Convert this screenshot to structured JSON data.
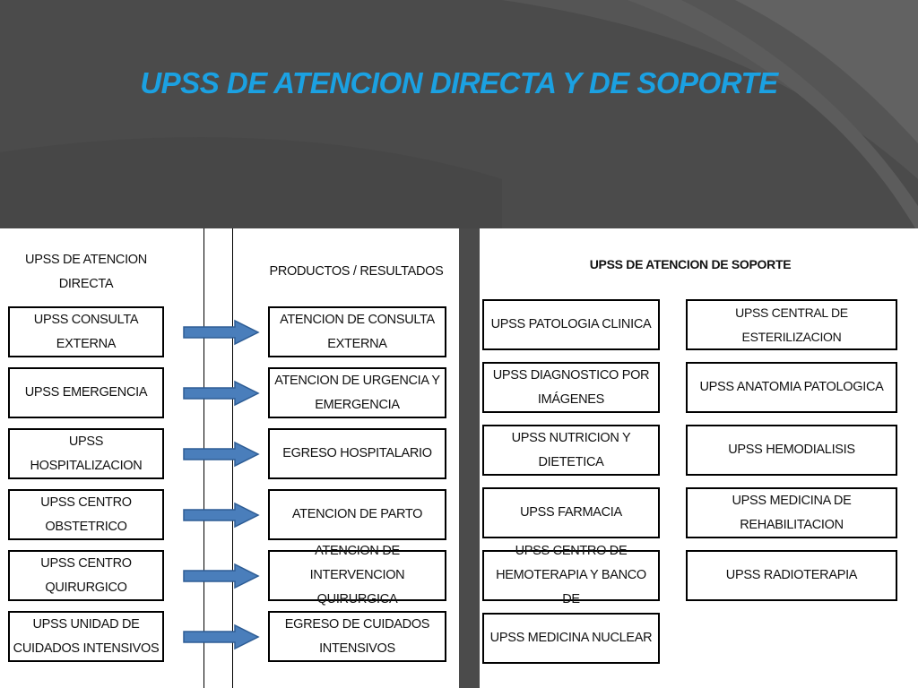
{
  "title": "UPSS DE ATENCION DIRECTA Y DE SOPORTE",
  "colors": {
    "title": "#1ba1e2",
    "background": "#4b4b4b",
    "arrow": "#4a7ebb"
  },
  "left_panel": {
    "header_left": "UPSS DE ATENCION\nDIRECTA",
    "header_right": "PRODUCTOS / RESULTADOS",
    "units": [
      "UPSS CONSULTA\nEXTERNA",
      "UPSS EMERGENCIA",
      "UPSS HOSPITALIZACION",
      "UPSS CENTRO\nOBSTETRICO",
      "UPSS CENTRO\nQUIRURGICO",
      "UPSS UNIDAD DE\nCUIDADOS INTENSIVOS"
    ],
    "results": [
      "ATENCION DE CONSULTA\nEXTERNA",
      "ATENCION DE URGENCIA Y\nEMERGENCIA",
      "EGRESO HOSPITALARIO",
      "ATENCION DE PARTO",
      "ATENCION DE\nINTERVENCION QUIRURGICA",
      "EGRESO DE CUIDADOS\nINTENSIVOS"
    ]
  },
  "right_panel": {
    "header": "UPSS DE ATENCION DE SOPORTE",
    "col1": [
      "UPSS PATOLOGIA CLINICA",
      "UPSS DIAGNOSTICO POR\nIMÁGENES",
      "UPSS NUTRICION Y\nDIETETICA",
      "UPSS FARMACIA",
      "UPSS CENTRO DE\nHEMOTERAPIA Y BANCO DE",
      "UPSS MEDICINA NUCLEAR"
    ],
    "col2": [
      "UPSS CENTRAL DE ESTERILIZACION",
      "UPSS ANATOMIA PATOLOGICA",
      "UPSS HEMODIALISIS",
      "UPSS MEDICINA DE\nREHABILITACION",
      "UPSS RADIOTERAPIA"
    ]
  }
}
